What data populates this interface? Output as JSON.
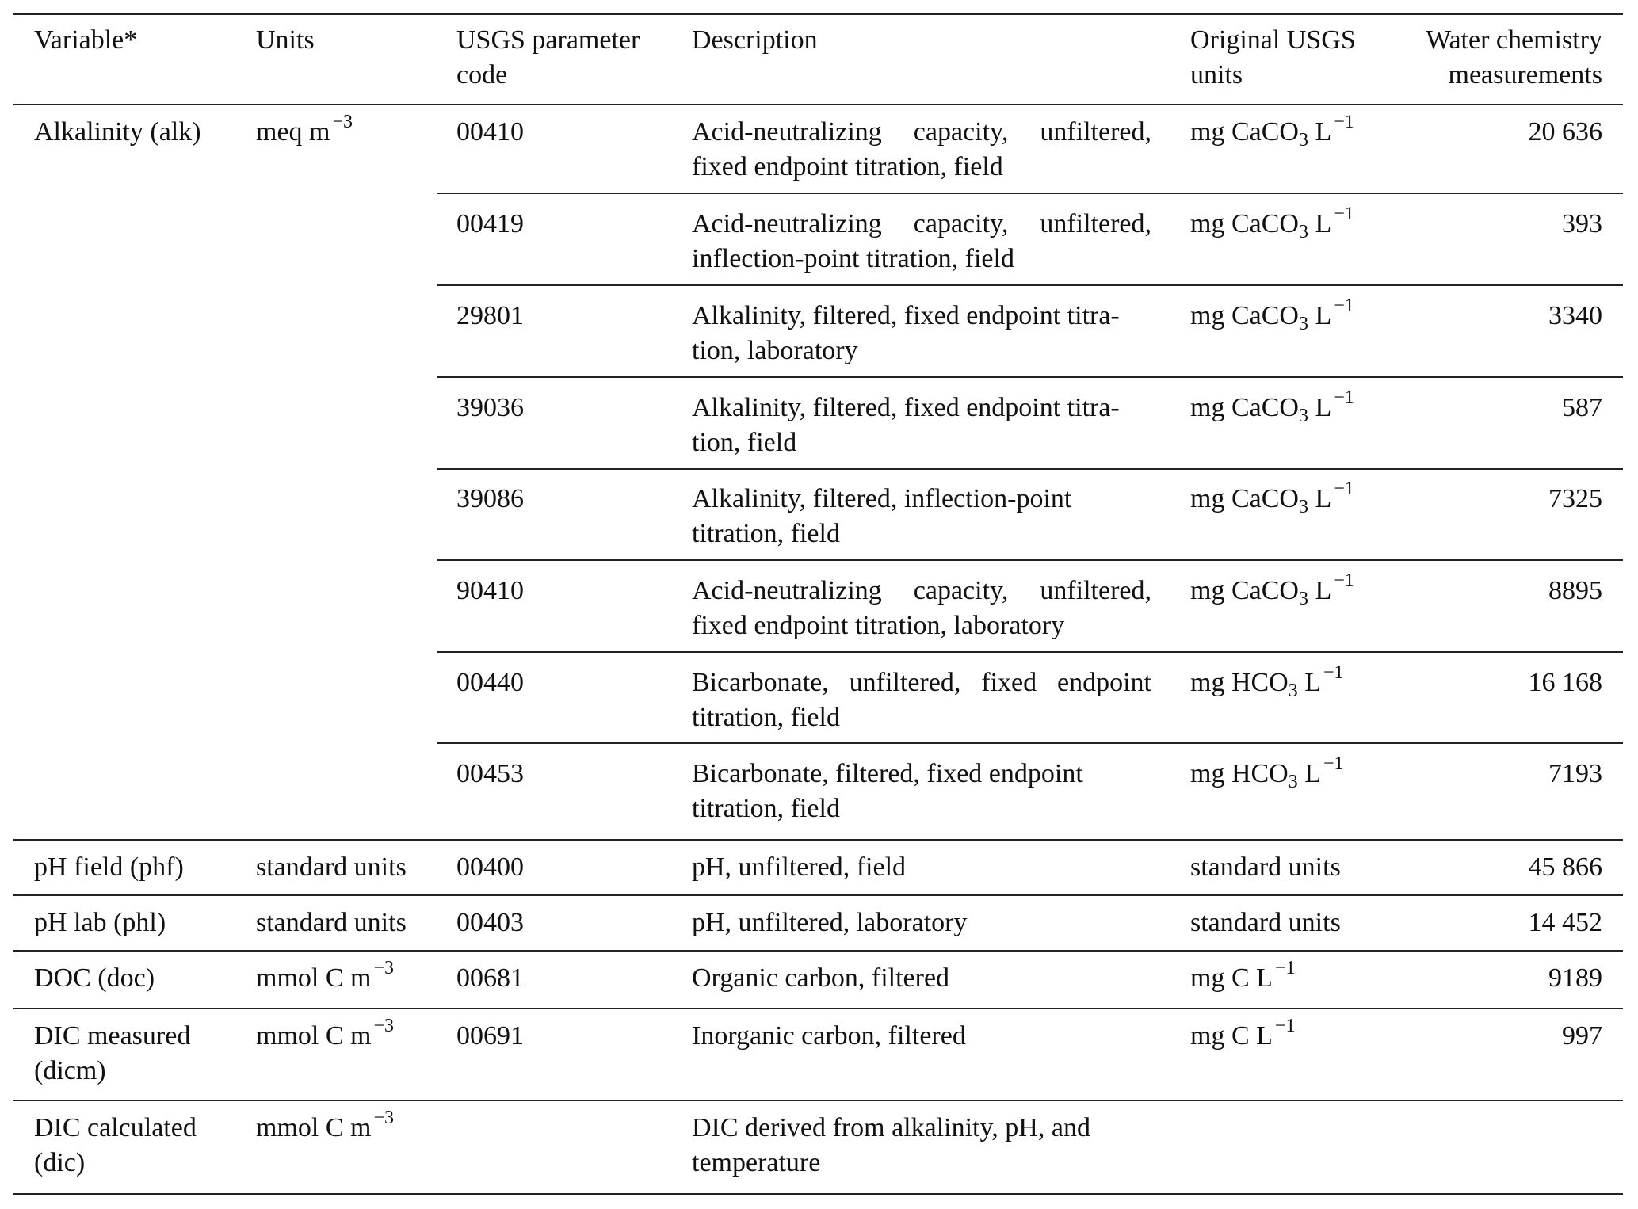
{
  "table": {
    "headers": {
      "variable": [
        "Variable*"
      ],
      "units": [
        "Units"
      ],
      "code": [
        "USGS parameter",
        "code"
      ],
      "description": [
        "Description"
      ],
      "orig_units": [
        "Original USGS",
        "units"
      ],
      "measurements": [
        "Water chemistry",
        "measurements"
      ]
    },
    "groups": [
      {
        "variable": [
          "Alkalinity (alk)"
        ],
        "units": {
          "base": "meq m",
          "sup": "−3"
        },
        "rows": [
          {
            "code": "00410",
            "description": [
              "Acid-neutralizing capacity, unfiltered,",
              "fixed endpoint titration, field"
            ],
            "justify": [
              true,
              false
            ],
            "orig_units": {
              "pre": "mg CaCO",
              "sub": "3",
              "post": " L",
              "sup": "−1"
            },
            "measurements": "20 636"
          },
          {
            "code": "00419",
            "description": [
              "Acid-neutralizing capacity, unfiltered,",
              "inflection-point titration, field"
            ],
            "justify": [
              true,
              false
            ],
            "orig_units": {
              "pre": "mg CaCO",
              "sub": "3",
              "post": " L",
              "sup": "−1"
            },
            "measurements": "393"
          },
          {
            "code": "29801",
            "description": [
              "Alkalinity, filtered, fixed endpoint titra-",
              "tion, laboratory"
            ],
            "justify": [
              false,
              false
            ],
            "orig_units": {
              "pre": "mg CaCO",
              "sub": "3",
              "post": " L",
              "sup": "−1"
            },
            "measurements": "3340"
          },
          {
            "code": "39036",
            "description": [
              "Alkalinity, filtered, fixed endpoint titra-",
              "tion, field"
            ],
            "justify": [
              false,
              false
            ],
            "orig_units": {
              "pre": "mg CaCO",
              "sub": "3",
              "post": " L",
              "sup": "−1"
            },
            "measurements": "587"
          },
          {
            "code": "39086",
            "description": [
              "Alkalinity, filtered, inflection-point",
              "titration, field"
            ],
            "justify": [
              false,
              false
            ],
            "orig_units": {
              "pre": "mg CaCO",
              "sub": "3",
              "post": " L",
              "sup": "−1"
            },
            "measurements": "7325"
          },
          {
            "code": "90410",
            "description": [
              "Acid-neutralizing capacity, unfiltered,",
              "fixed endpoint titration, laboratory"
            ],
            "justify": [
              true,
              false
            ],
            "orig_units": {
              "pre": "mg CaCO",
              "sub": "3",
              "post": " L",
              "sup": "−1"
            },
            "measurements": "8895"
          },
          {
            "code": "00440",
            "description": [
              "Bicarbonate, unfiltered, fixed endpoint",
              "titration, field"
            ],
            "justify": [
              true,
              false
            ],
            "orig_units": {
              "pre": "mg HCO",
              "sub": "3",
              "post": " L",
              "sup": "−1"
            },
            "measurements": "16 168"
          },
          {
            "code": "00453",
            "description": [
              "Bicarbonate, filtered, fixed endpoint",
              "titration, field"
            ],
            "justify": [
              false,
              false
            ],
            "orig_units": {
              "pre": "mg HCO",
              "sub": "3",
              "post": " L",
              "sup": "−1"
            },
            "measurements": "7193"
          }
        ]
      },
      {
        "variable": [
          "pH field (phf)"
        ],
        "units": {
          "base": "standard units",
          "sup": ""
        },
        "rows": [
          {
            "code": "00400",
            "description": [
              "pH, unfiltered, field"
            ],
            "justify": [
              false
            ],
            "orig_units": {
              "pre": "standard units",
              "sub": "",
              "post": "",
              "sup": ""
            },
            "measurements": "45 866"
          }
        ]
      },
      {
        "variable": [
          "pH lab (phl)"
        ],
        "units": {
          "base": "standard units",
          "sup": ""
        },
        "rows": [
          {
            "code": "00403",
            "description": [
              "pH, unfiltered, laboratory"
            ],
            "justify": [
              false
            ],
            "orig_units": {
              "pre": "standard units",
              "sub": "",
              "post": "",
              "sup": ""
            },
            "measurements": "14 452"
          }
        ]
      },
      {
        "variable": [
          "DOC (doc)"
        ],
        "units": {
          "base": "mmol C m",
          "sup": "−3"
        },
        "rows": [
          {
            "code": "00681",
            "description": [
              "Organic carbon, filtered"
            ],
            "justify": [
              false
            ],
            "orig_units": {
              "pre": "mg C L",
              "sub": "",
              "post": "",
              "sup": "−1"
            },
            "measurements": "9189"
          }
        ]
      },
      {
        "variable": [
          "DIC measured",
          "(dicm)"
        ],
        "units": {
          "base": "mmol C m",
          "sup": "−3"
        },
        "rows": [
          {
            "code": "00691",
            "description": [
              "Inorganic carbon, filtered"
            ],
            "justify": [
              false
            ],
            "orig_units": {
              "pre": "mg C L",
              "sub": "",
              "post": "",
              "sup": "−1"
            },
            "measurements": "997"
          }
        ]
      },
      {
        "variable": [
          "DIC calculated",
          "(dic)"
        ],
        "units": {
          "base": "mmol C m",
          "sup": "−3"
        },
        "rows": [
          {
            "code": "",
            "description": [
              "DIC derived from alkalinity, pH, and",
              "temperature"
            ],
            "justify": [
              false,
              false
            ],
            "orig_units": {
              "pre": "",
              "sub": "",
              "post": "",
              "sup": ""
            },
            "measurements": ""
          }
        ]
      }
    ]
  }
}
